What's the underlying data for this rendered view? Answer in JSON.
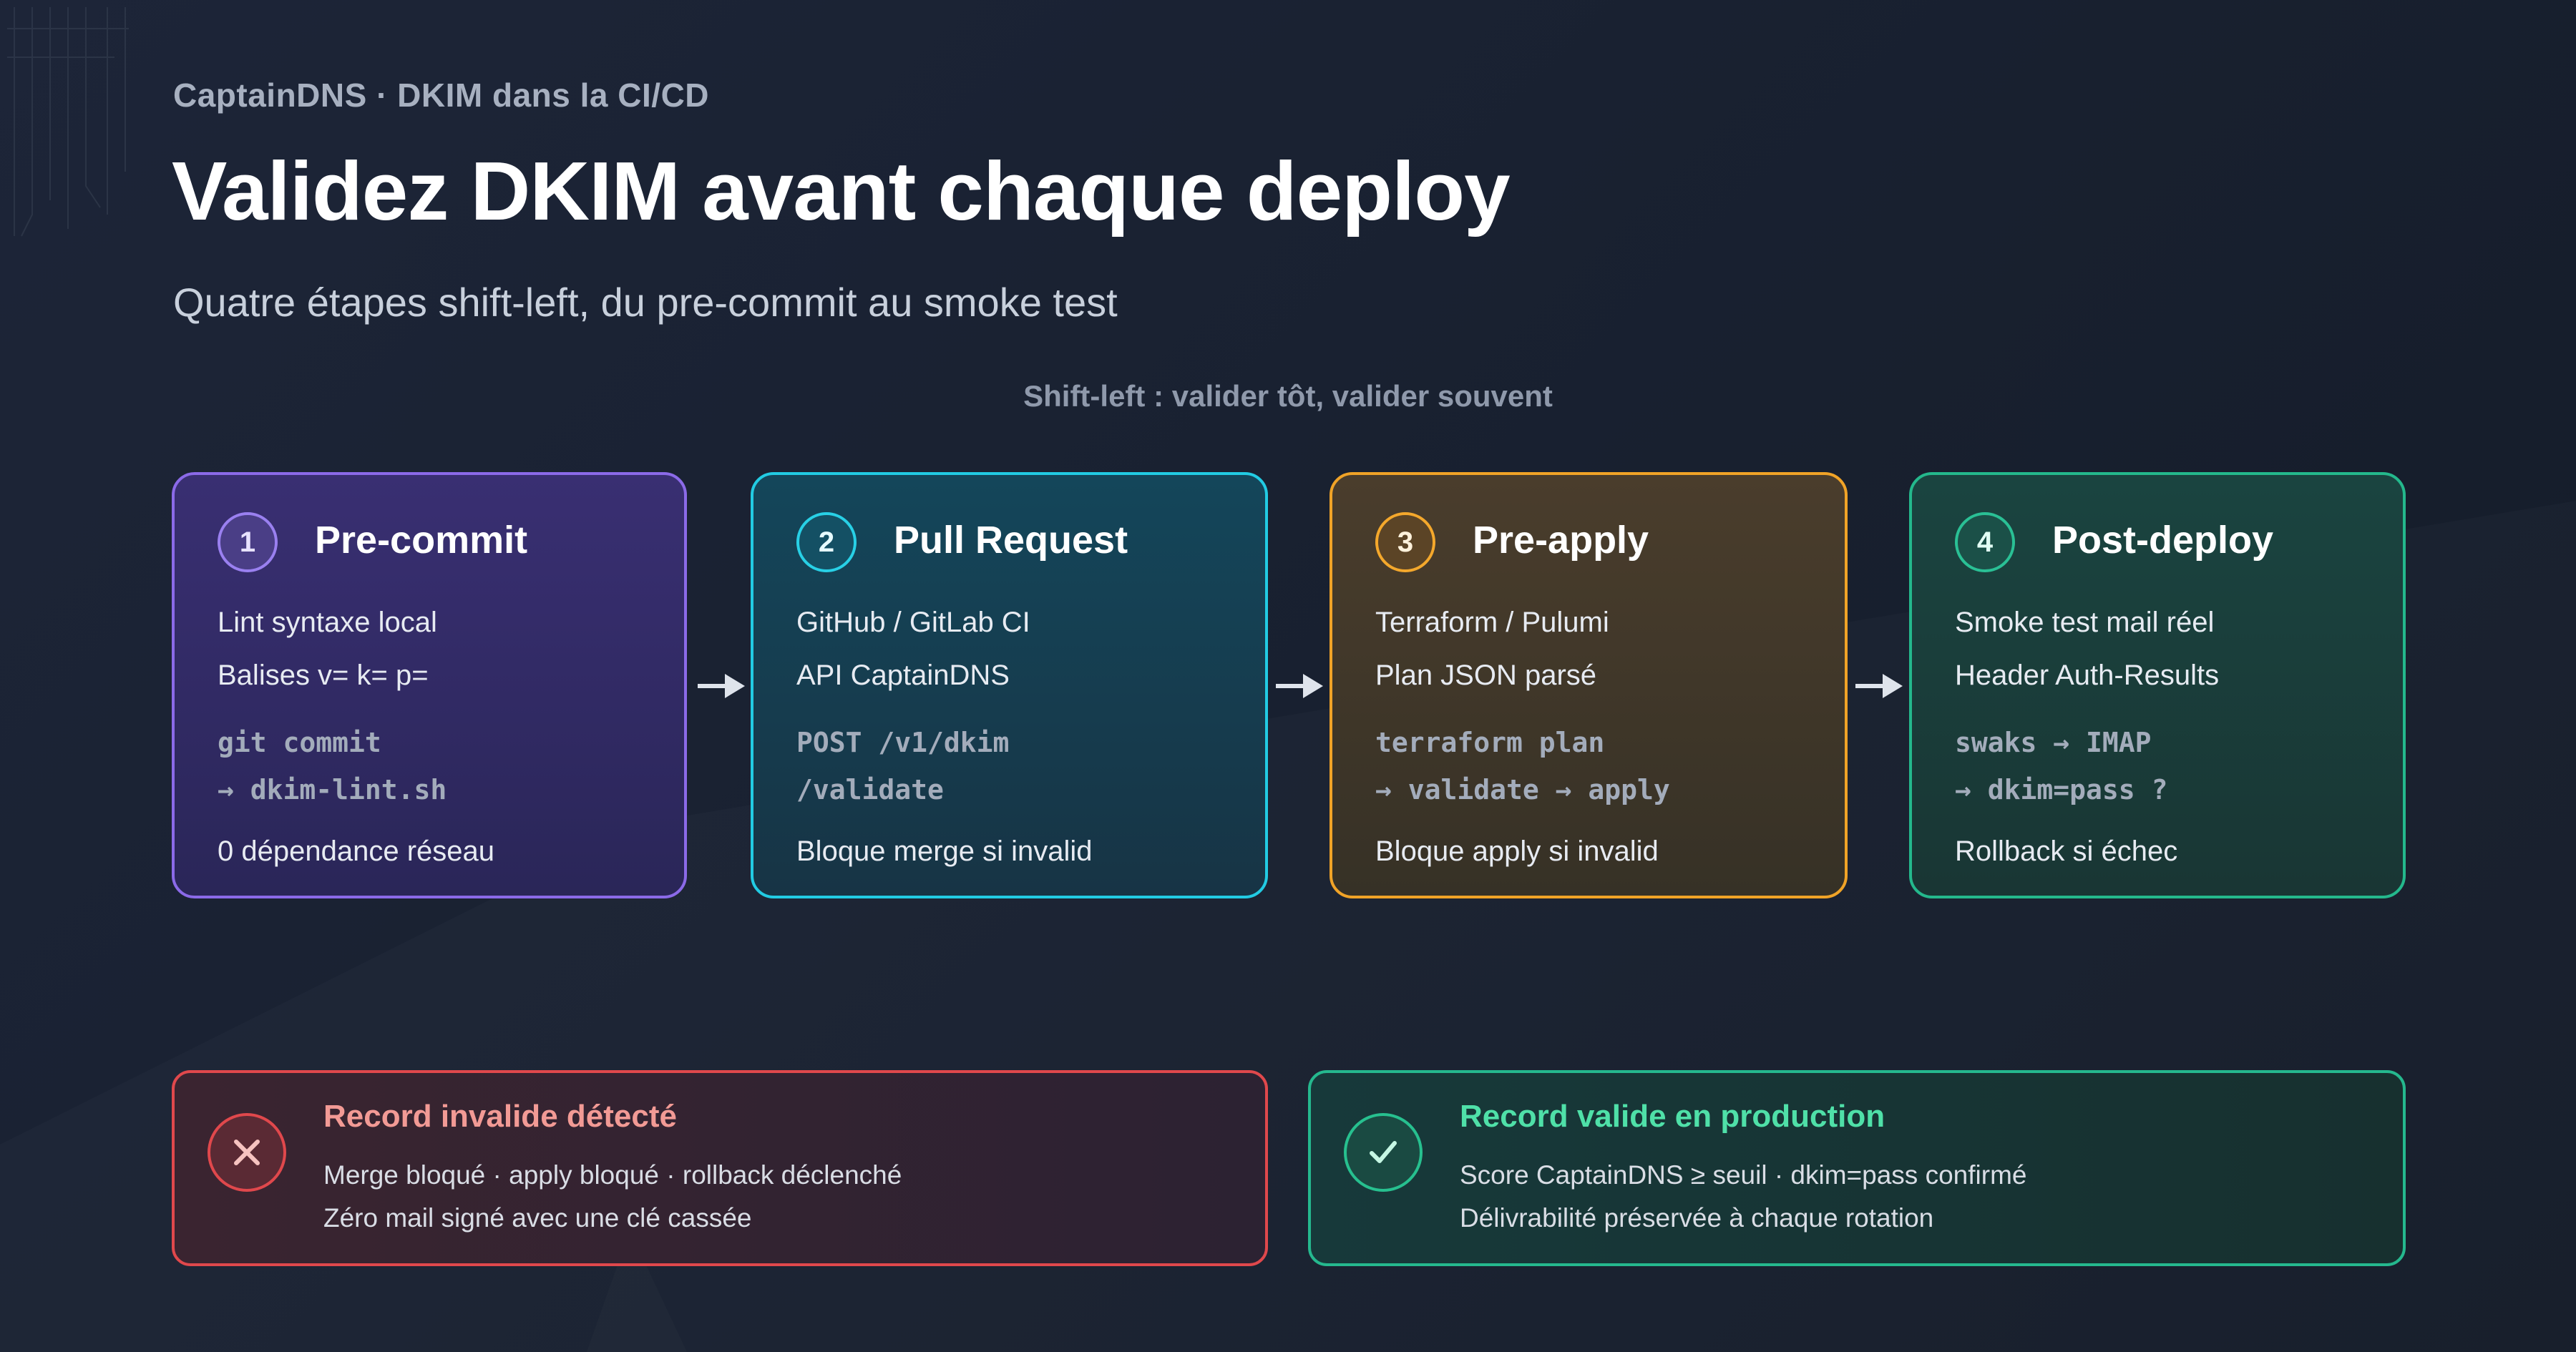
{
  "header": {
    "brand": "CaptainDNS · DKIM dans la CI/CD",
    "title": "Validez DKIM avant chaque deploy",
    "subtitle": "Quatre étapes shift-left, du pre-commit au smoke test",
    "tagline": "Shift-left : valider tôt, valider souvent"
  },
  "steps": [
    {
      "number": "1",
      "title": "Pre-commit",
      "line1": "Lint syntaxe local",
      "line2": "Balises v= k= p=",
      "code1": "git commit",
      "code2": "→ dkim-lint.sh",
      "result": "0 dépendance réseau",
      "color": "#8b6ae8"
    },
    {
      "number": "2",
      "title": "Pull Request",
      "line1": "GitHub / GitLab CI",
      "line2": "API CaptainDNS",
      "code1": "POST /v1/dkim",
      "code2": "/validate",
      "result": "Bloque merge si invalid",
      "color": "#22cbe3"
    },
    {
      "number": "3",
      "title": "Pre-apply",
      "line1": "Terraform / Pulumi",
      "line2": "Plan JSON parsé",
      "code1": "terraform plan",
      "code2": "→ validate → apply",
      "result": "Bloque apply si invalid",
      "color": "#f0a327"
    },
    {
      "number": "4",
      "title": "Post-deploy",
      "line1": "Smoke test mail réel",
      "line2": "Header Auth-Results",
      "code1": "swaks → IMAP",
      "code2": "→ dkim=pass ?",
      "result": "Rollback si échec",
      "color": "#24b88c"
    }
  ],
  "outcomes": {
    "failure": {
      "icon": "x-icon",
      "title": "Record invalide détecté",
      "line1": "Merge bloqué · apply bloqué · rollback déclenché",
      "line2": "Zéro mail signé avec une clé cassée",
      "color": "#e0484c"
    },
    "success": {
      "icon": "check-icon",
      "title": "Record valide en production",
      "line1": "Score CaptainDNS ≥ seuil · dkim=pass confirmé",
      "line2": "Délivrabilité préservée à chaque rotation",
      "color": "#25b88e"
    }
  }
}
